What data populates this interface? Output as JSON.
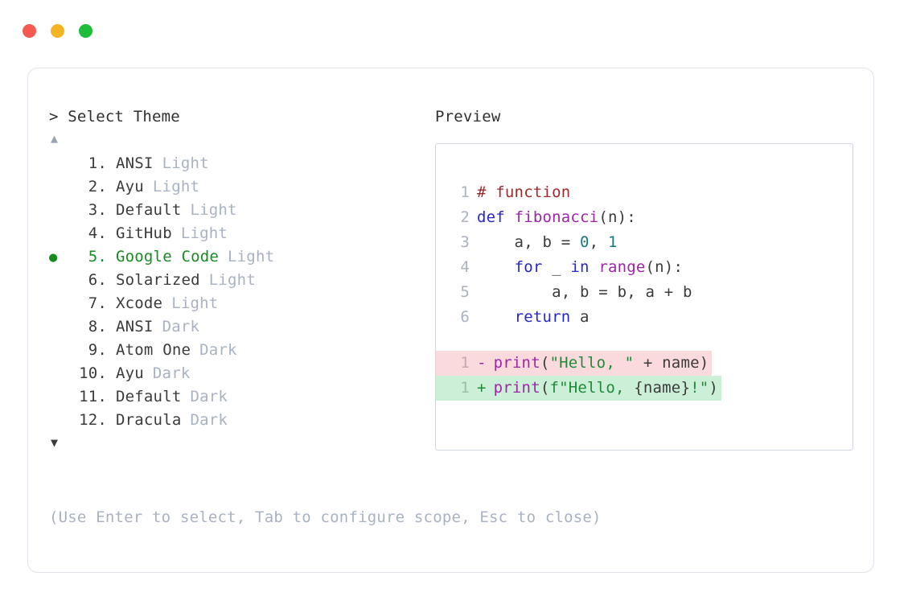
{
  "window": {
    "dots": [
      {
        "name": "close-dot",
        "color": "#f55a50"
      },
      {
        "name": "minimize-dot",
        "color": "#f5b324"
      },
      {
        "name": "maximize-dot",
        "color": "#1fbe3a"
      }
    ]
  },
  "left": {
    "prompt_caret": ">",
    "prompt_label": "Select Theme",
    "scroll_up_icon": "▲",
    "scroll_down_icon": "▼",
    "selected_bullet": "●",
    "selected_index": 5,
    "themes": [
      {
        "num": "1.",
        "name": "ANSI",
        "variant": "Light"
      },
      {
        "num": "2.",
        "name": "Ayu",
        "variant": "Light"
      },
      {
        "num": "3.",
        "name": "Default",
        "variant": "Light"
      },
      {
        "num": "4.",
        "name": "GitHub",
        "variant": "Light"
      },
      {
        "num": "5.",
        "name": "Google Code",
        "variant": "Light"
      },
      {
        "num": "6.",
        "name": "Solarized",
        "variant": "Light"
      },
      {
        "num": "7.",
        "name": "Xcode",
        "variant": "Light"
      },
      {
        "num": "8.",
        "name": "ANSI",
        "variant": "Dark"
      },
      {
        "num": "9.",
        "name": "Atom One",
        "variant": "Dark"
      },
      {
        "num": "10.",
        "name": "Ayu",
        "variant": "Dark"
      },
      {
        "num": "11.",
        "name": "Default",
        "variant": "Dark"
      },
      {
        "num": "12.",
        "name": "Dracula",
        "variant": "Dark"
      }
    ],
    "hint": "(Use Enter to select, Tab to configure scope, Esc to close)"
  },
  "right": {
    "preview_label": "Preview",
    "code_lines": [
      {
        "ln": "1",
        "tokens": [
          {
            "t": "# function",
            "c": "comment"
          }
        ]
      },
      {
        "ln": "2",
        "tokens": [
          {
            "t": "def ",
            "c": "keyword"
          },
          {
            "t": "fibonacci",
            "c": "func"
          },
          {
            "t": "(n):",
            "c": "punct"
          }
        ]
      },
      {
        "ln": "3",
        "tokens": [
          {
            "t": "    a, b = ",
            "c": "plain"
          },
          {
            "t": "0",
            "c": "number"
          },
          {
            "t": ", ",
            "c": "plain"
          },
          {
            "t": "1",
            "c": "number"
          }
        ]
      },
      {
        "ln": "4",
        "tokens": [
          {
            "t": "    ",
            "c": "plain"
          },
          {
            "t": "for",
            "c": "keyword"
          },
          {
            "t": " _ ",
            "c": "plain"
          },
          {
            "t": "in",
            "c": "keyword"
          },
          {
            "t": " ",
            "c": "plain"
          },
          {
            "t": "range",
            "c": "builtin"
          },
          {
            "t": "(n):",
            "c": "punct"
          }
        ]
      },
      {
        "ln": "5",
        "tokens": [
          {
            "t": "        a, b = b, a + b",
            "c": "plain"
          }
        ]
      },
      {
        "ln": "6",
        "tokens": [
          {
            "t": "    ",
            "c": "plain"
          },
          {
            "t": "return",
            "c": "keyword"
          },
          {
            "t": " a",
            "c": "plain"
          }
        ]
      }
    ],
    "diff_lines": [
      {
        "kind": "removed",
        "ln": "1",
        "sign": "-",
        "tokens": [
          {
            "t": "print",
            "c": "func"
          },
          {
            "t": "(",
            "c": "punct"
          },
          {
            "t": "\"Hello, \"",
            "c": "string"
          },
          {
            "t": " + name)",
            "c": "plain"
          }
        ]
      },
      {
        "kind": "added",
        "ln": "1",
        "sign": "+",
        "tokens": [
          {
            "t": "print",
            "c": "func"
          },
          {
            "t": "(",
            "c": "punct"
          },
          {
            "t": "f\"Hello, ",
            "c": "string"
          },
          {
            "t": "{name}",
            "c": "plain"
          },
          {
            "t": "!\"",
            "c": "string"
          },
          {
            "t": ")",
            "c": "punct"
          }
        ]
      }
    ]
  },
  "colors": {
    "accent_green": "#188a22",
    "muted": "#a9b2c3",
    "text": "#3b3b3b",
    "border": "#ced5e0",
    "diff_removed_bg": "#fadadd",
    "diff_added_bg": "#ccefd8"
  }
}
